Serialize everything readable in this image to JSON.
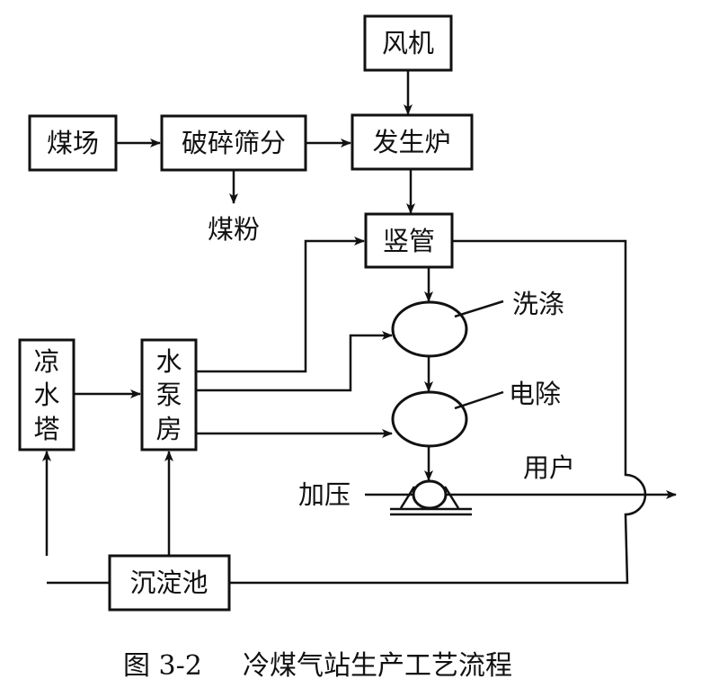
{
  "nodes": {
    "fan": "风机",
    "coal_yard": "煤场",
    "crush_screen": "破碎筛分",
    "gasifier": "发生炉",
    "coal_powder": "煤粉",
    "standpipe": "竖管",
    "washing": "洗涤",
    "electric_removal": "电除",
    "cooling_tower": [
      "凉",
      "水",
      "塔"
    ],
    "pump_house": [
      "水",
      "泵",
      "房"
    ],
    "pressurize": "加压",
    "user": "用户",
    "settling_pond": "沉淀池"
  },
  "caption": {
    "figure_number": "图 3-2",
    "title": "冷煤气站生产工艺流程"
  }
}
